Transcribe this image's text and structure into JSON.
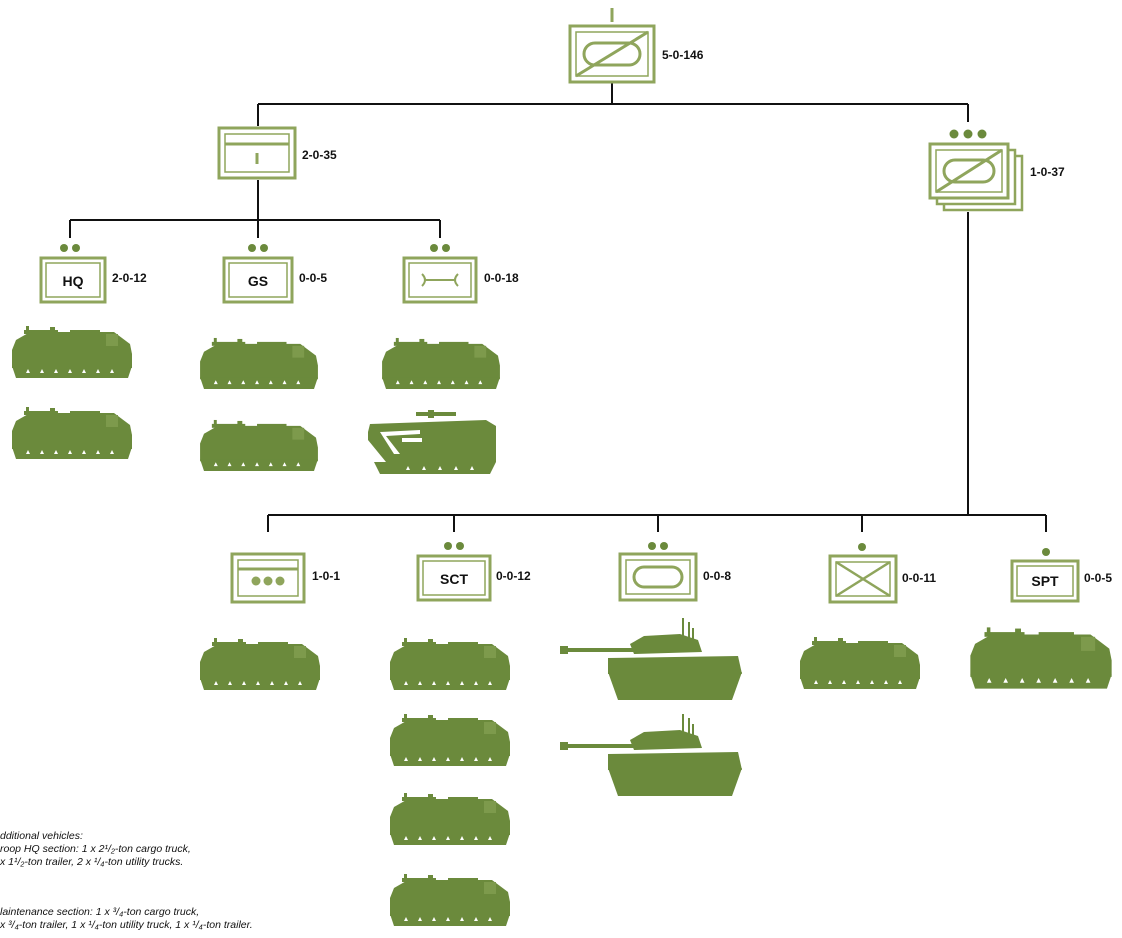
{
  "colors": {
    "vehicle": "#6b8a3c",
    "symbol_border": "#8fa55c",
    "symbol_fill": "#ffffff",
    "line": "#111111",
    "dot": "#6b8a3c"
  },
  "units": {
    "troop": {
      "label": "5-0-146",
      "symbol": "armored-cavalry-icon",
      "echelon_dots": 0
    },
    "hq_troop": {
      "label": "2-0-35",
      "symbol": "headquarters-icon",
      "echelon_dots": 0
    },
    "hq_section": {
      "label": "2-0-12",
      "symbol_text": "HQ",
      "echelon_dots": 2
    },
    "gs_section": {
      "label": "0-0-5",
      "symbol_text": "GS",
      "echelon_dots": 2
    },
    "maint_section": {
      "label": "0-0-18",
      "symbol": "maintenance-wrench-icon",
      "echelon_dots": 2
    },
    "platoon": {
      "label": "1-0-37",
      "symbol": "armored-cavalry-icon",
      "echelon_dots": 3
    },
    "plt_hq": {
      "label": "1-0-1",
      "symbol": "platoon-hq-icon",
      "echelon_dots": 0
    },
    "scout": {
      "label": "0-0-12",
      "symbol_text": "SCT",
      "echelon_dots": 2
    },
    "tank": {
      "label": "0-0-8",
      "symbol": "armor-icon",
      "echelon_dots": 2
    },
    "infantry": {
      "label": "0-0-11",
      "symbol": "infantry-icon",
      "echelon_dots": 1
    },
    "support": {
      "label": "0-0-5",
      "symbol_text": "SPT",
      "echelon_dots": 1
    }
  },
  "notes": {
    "heading": "dditional vehicles:",
    "line1": "roop HQ section: 1 x 2¹/₂-ton cargo truck,",
    "line2": "x 1¹/₂-ton trailer, 2 x ¹/₄-ton utility trucks.",
    "line3": "laintenance section: 1 x ³/₄-ton cargo truck,",
    "line4": "x ³/₄-ton trailer, 1 x ¹/₄-ton utility truck, 1 x ¹/₄-ton trailer."
  }
}
